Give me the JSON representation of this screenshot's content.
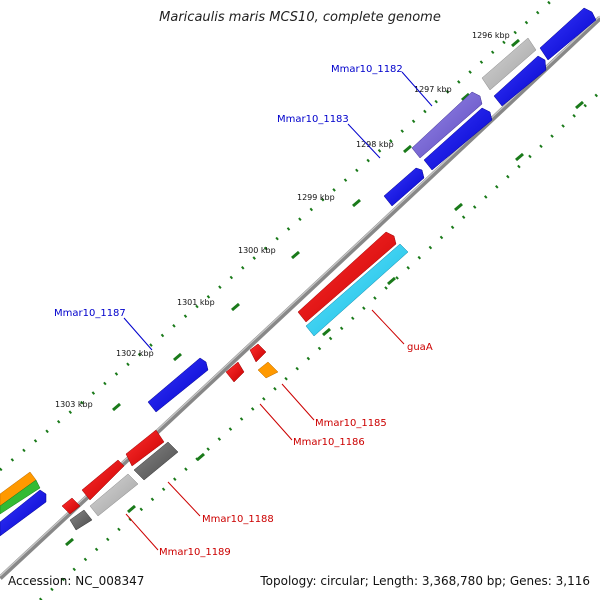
{
  "title": "Maricaulis maris MCS10, complete genome",
  "footer": {
    "accession": "Accession: NC_008347",
    "stats": "Topology: circular; Length: 3,368,780 bp; Genes: 3,116"
  },
  "ticks": [
    {
      "label": "1296 kbp"
    },
    {
      "label": "1297 kbp"
    },
    {
      "label": "1298 kbp"
    },
    {
      "label": "1299 kbp"
    },
    {
      "label": "1300 kbp"
    },
    {
      "label": "1301 kbp"
    },
    {
      "label": "1302 kbp"
    },
    {
      "label": "1303 kbp"
    }
  ],
  "gene_labels": [
    {
      "name": "Mmar10_1182",
      "color": "#0000cc"
    },
    {
      "name": "Mmar10_1183",
      "color": "#0000cc"
    },
    {
      "name": "Mmar10_1187",
      "color": "#0000cc"
    },
    {
      "name": "guaA",
      "color": "#cc0000"
    },
    {
      "name": "Mmar10_1185",
      "color": "#cc0000"
    },
    {
      "name": "Mmar10_1186",
      "color": "#cc0000"
    },
    {
      "name": "Mmar10_1188",
      "color": "#cc0000"
    },
    {
      "name": "Mmar10_1189",
      "color": "#cc0000"
    }
  ],
  "colors": {
    "forward_gene": "#0000ee",
    "reverse_gene": "#ee0000",
    "backbone": "#888888",
    "tick": "#1a7a1a",
    "guaA_track": "#22ccee",
    "pseudo_gene": "#bbbbbb",
    "purple_gene": "#7766cc",
    "orange_gene": "#ff9900",
    "green_gene": "#33bb33"
  }
}
